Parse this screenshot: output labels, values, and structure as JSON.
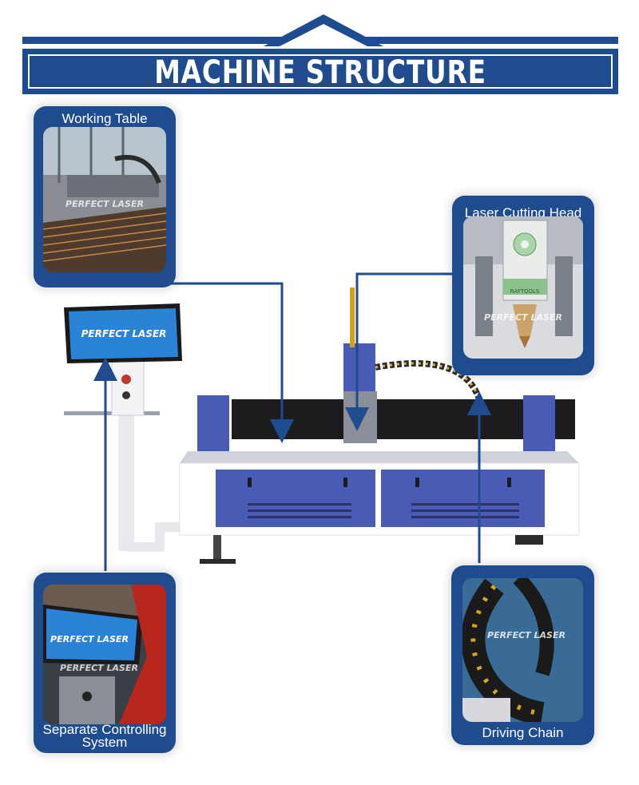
{
  "header": {
    "title": "MACHINE STRUCTURE"
  },
  "cards": {
    "working_table": {
      "label": "Working Table",
      "watermark": "PERFECT LASER"
    },
    "laser_head": {
      "label": "Laser Cutting Head",
      "watermark": "PERFECT LASER",
      "nozzle_text": "RAYTOOLS"
    },
    "controlling": {
      "label_line1": "Separate Controlling",
      "label_line2": "System",
      "watermark": "PERFECT LASER",
      "screen_text": "PERFECT LASER"
    },
    "driving_chain": {
      "label": "Driving Chain",
      "watermark": "PERFECT LASER"
    }
  },
  "machine": {
    "screen_text": "PERFECT LASER"
  },
  "colors": {
    "brand_blue": "#1f4b8f",
    "machine_blue": "#4a5bb5",
    "white": "#ffffff"
  }
}
